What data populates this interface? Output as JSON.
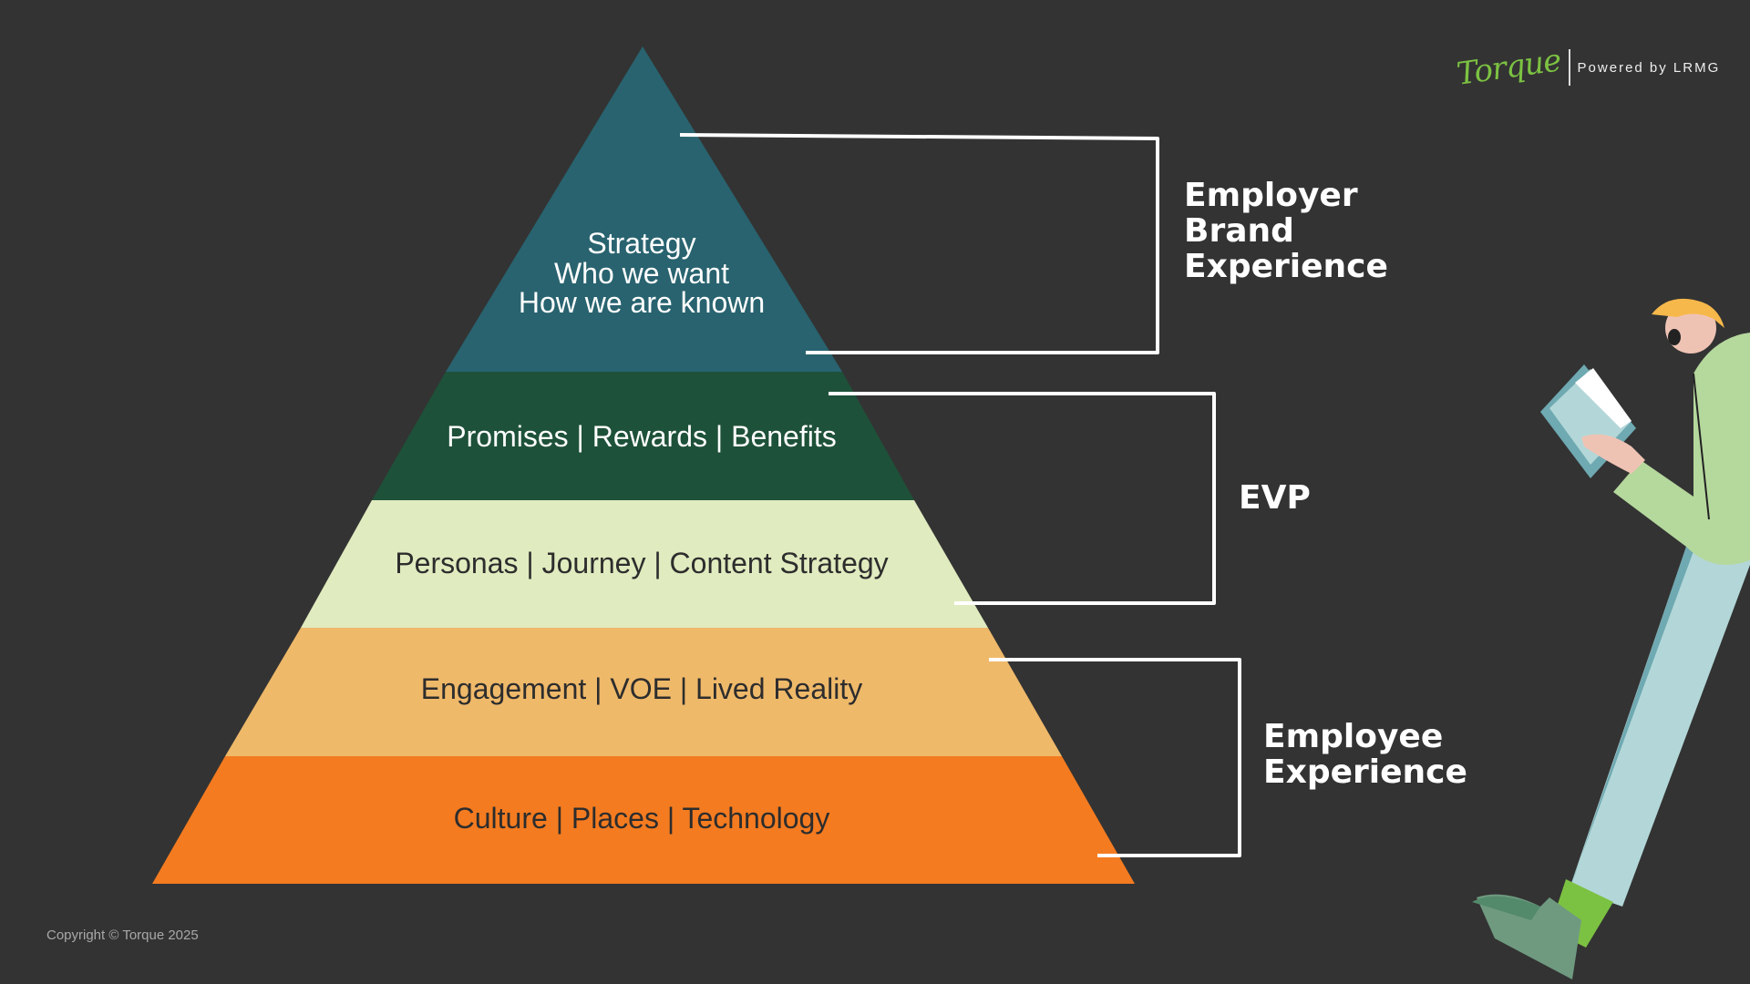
{
  "logo": {
    "brand": "Torque",
    "tagline": "Powered by LRMG"
  },
  "pyramid": {
    "levels": [
      {
        "lines": [
          "Strategy",
          "Who we want",
          "How we are known"
        ],
        "color": "#28636f"
      },
      {
        "text": "Promises | Rewards | Benefits",
        "color": "#1e5139"
      },
      {
        "text": "Personas | Journey | Content Strategy",
        "color": "#e0ebbf"
      },
      {
        "text": "Engagement | VOE | Lived Reality",
        "color": "#efb96a"
      },
      {
        "text": "Culture | Places | Technology",
        "color": "#f47b20"
      }
    ]
  },
  "groups": [
    {
      "lines": [
        "Employer",
        "Brand",
        "Experience"
      ]
    },
    {
      "lines": [
        "EVP"
      ]
    },
    {
      "lines": [
        "Employee",
        "Experience"
      ]
    }
  ],
  "footer": {
    "copyright": "Copyright © Torque 2025"
  }
}
